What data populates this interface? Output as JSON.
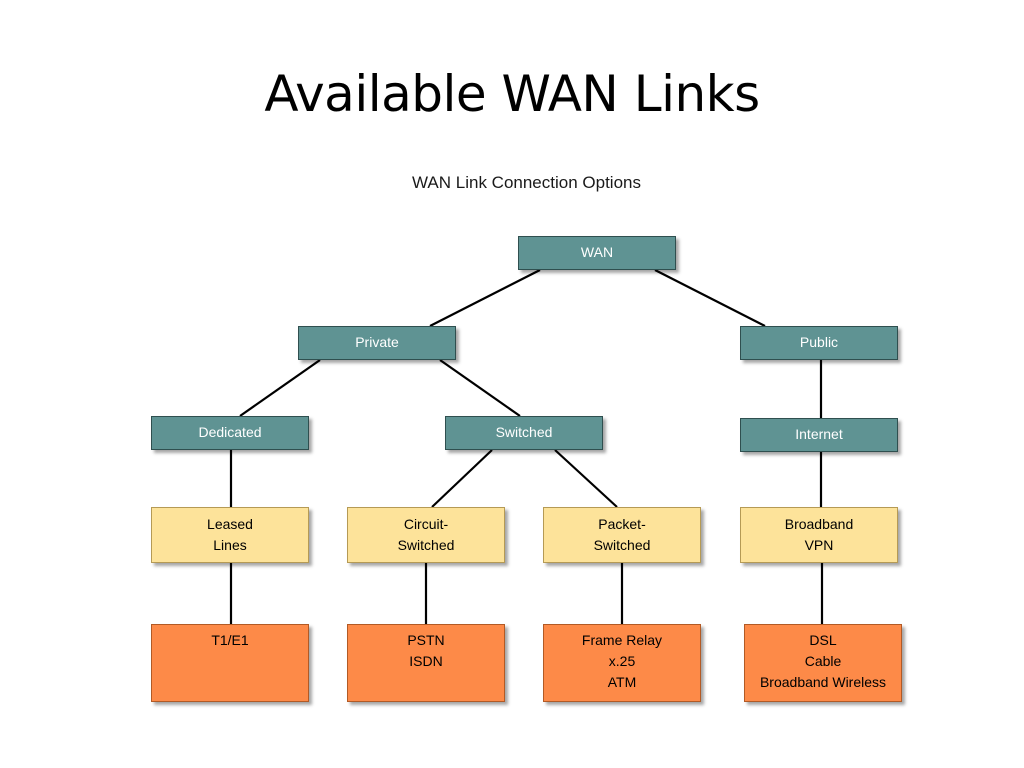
{
  "slide": {
    "title": "Available WAN Links",
    "diagram_title": "WAN Link Connection Options"
  },
  "tree": {
    "root": "WAN",
    "level1": {
      "private": "Private",
      "public": "Public"
    },
    "level2": {
      "dedicated": "Dedicated",
      "switched": "Switched",
      "internet": "Internet"
    },
    "level3": {
      "leased_lines": "Leased\nLines",
      "circuit_switched": "Circuit-\nSwitched",
      "packet_switched": "Packet-\nSwitched",
      "broadband_vpn": "Broadband\nVPN"
    },
    "level4": {
      "t1_e1": "T1/E1",
      "pstn_isdn": "PSTN\nISDN",
      "frame_relay": "Frame Relay\nx.25\nATM",
      "dsl_cable": "DSL\nCable\nBroadband Wireless"
    }
  },
  "colors": {
    "category_box": "#5f9393",
    "technology_box": "#fde39a",
    "service_box": "#fd8a48",
    "connector": "#000000"
  }
}
